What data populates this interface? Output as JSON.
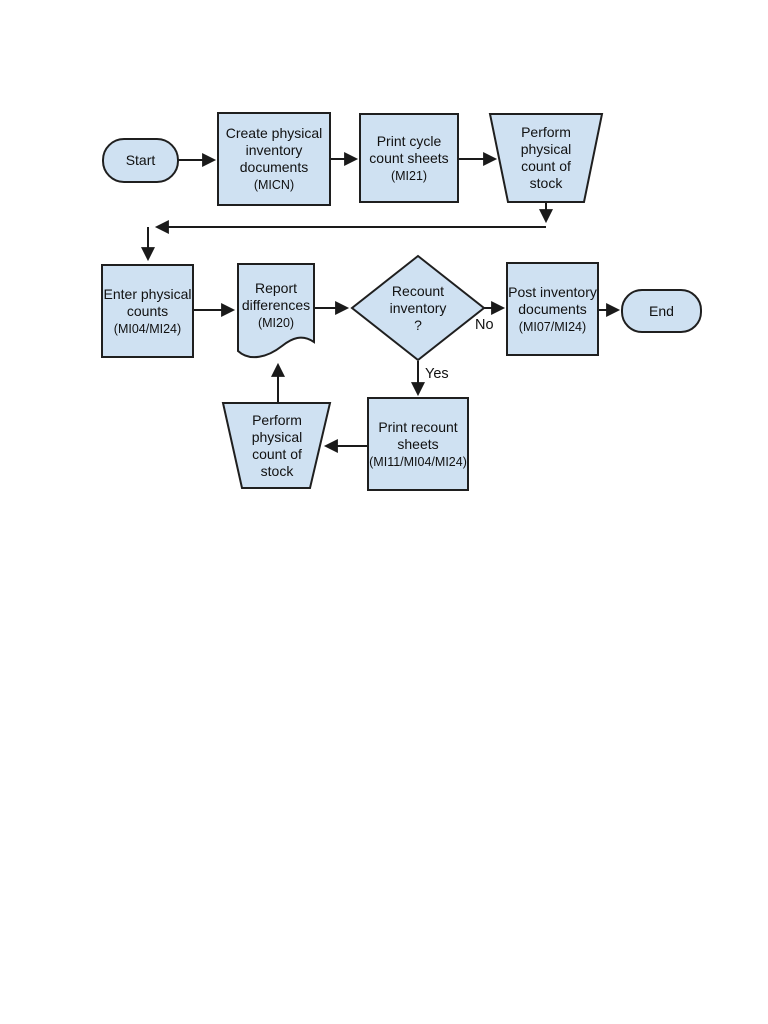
{
  "page": {
    "background": "#ffffff"
  },
  "flowchart": {
    "colors": {
      "page_bg": "#ffffff",
      "node_fill": "#cfe1f2",
      "node_border": "#1f1f1f",
      "line": "#1a1a1a",
      "text": "#111111"
    },
    "nodes": {
      "start": {
        "type": "terminator",
        "lines": [
          "Start"
        ]
      },
      "create_docs": {
        "type": "process",
        "lines": [
          "Create physical",
          "inventory",
          "documents"
        ],
        "code": "(MICN)"
      },
      "print_cycle": {
        "type": "process",
        "lines": [
          "Print cycle",
          "count sheets"
        ],
        "code": "(MI21)"
      },
      "perform_count_top": {
        "type": "manual-operation",
        "lines": [
          "Perform",
          "physical",
          "count of",
          "stock"
        ]
      },
      "enter_counts": {
        "type": "process",
        "lines": [
          "Enter physical",
          "counts"
        ],
        "code": "(MI04/MI24)"
      },
      "report_differences": {
        "type": "document",
        "lines": [
          "Report",
          "differences"
        ],
        "code": "(MI20)"
      },
      "recount_decision": {
        "type": "decision",
        "lines": [
          "Recount",
          "inventory",
          "?"
        ]
      },
      "post_docs": {
        "type": "process",
        "lines": [
          "Post inventory",
          "documents"
        ],
        "code": "(MI07/MI24)"
      },
      "end": {
        "type": "terminator",
        "lines": [
          "End"
        ]
      },
      "perform_count_bottom": {
        "type": "manual-operation",
        "lines": [
          "Perform",
          "physical",
          "count of",
          "stock"
        ]
      },
      "print_recount": {
        "type": "process",
        "lines": [
          "Print recount",
          "sheets"
        ],
        "code": "(MI11/MI04/MI24)"
      }
    },
    "edge_labels": {
      "no": "No",
      "yes": "Yes"
    }
  }
}
